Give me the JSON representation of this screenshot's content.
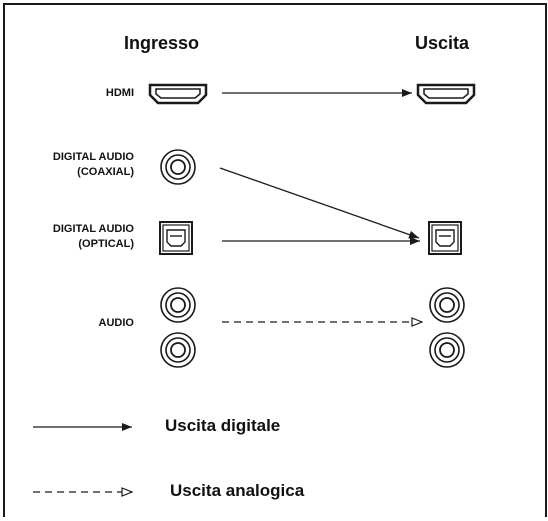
{
  "headers": {
    "input": "Ingresso",
    "output": "Uscita"
  },
  "rows": {
    "hdmi": {
      "label": "HDMI"
    },
    "coaxial": {
      "label_line1": "DIGITAL AUDIO",
      "label_line2": "(COAXIAL)"
    },
    "optical": {
      "label_line1": "DIGITAL AUDIO",
      "label_line2": "(OPTICAL)"
    },
    "audio": {
      "label": "AUDIO"
    }
  },
  "legend": {
    "digital": "Uscita digitale",
    "analog": "Uscita analogica"
  },
  "icons": {
    "hdmi_in": "hdmi-port-icon",
    "hdmi_out": "hdmi-port-icon",
    "coaxial_in": "coaxial-jack-icon",
    "optical_in": "optical-port-icon",
    "optical_out": "optical-port-icon",
    "audio_in": "rca-jack-icon",
    "audio_out": "rca-jack-icon"
  },
  "colors": {
    "stroke": "#1a1a1a",
    "background": "#ffffff"
  }
}
